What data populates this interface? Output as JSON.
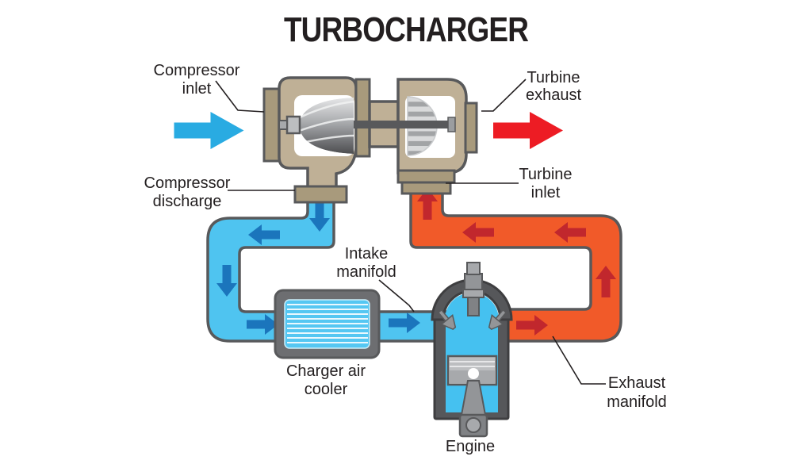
{
  "title": "TURBOCHARGER",
  "labels": {
    "compressor_inlet": {
      "line1": "Compressor",
      "line2": "inlet"
    },
    "turbine_exhaust": {
      "line1": "Turbine",
      "line2": "exhaust"
    },
    "compressor_discharge": {
      "line1": "Compressor",
      "line2": "discharge"
    },
    "turbine_inlet": {
      "line1": "Turbine",
      "line2": "inlet"
    },
    "intake_manifold": {
      "line1": "Intake",
      "line2": "manifold"
    },
    "charger_air_cooler": {
      "line1": "Charger air",
      "line2": "cooler"
    },
    "exhaust_manifold": {
      "line1": "Exhaust",
      "line2": "manifold"
    },
    "engine": {
      "line1": "Engine"
    }
  },
  "flows": [
    {
      "name": "intake-air",
      "color_key": "pipe_blue",
      "route": [
        "compressor inlet",
        "compressor",
        "compressor discharge",
        "charger air cooler",
        "intake manifold",
        "engine"
      ],
      "arrow_directions": [
        "down",
        "left",
        "down",
        "right",
        "right"
      ]
    },
    {
      "name": "exhaust-gas",
      "color_key": "pipe_orange",
      "route": [
        "engine",
        "exhaust manifold",
        "turbine inlet",
        "turbine",
        "turbine exhaust"
      ],
      "arrow_directions": [
        "right",
        "up",
        "left",
        "left",
        "up"
      ]
    }
  ],
  "colors": {
    "pipe_blue": "#4FC4F0",
    "arrow_blue": "#1B75BC",
    "inlet_arrow": "#29ABE2",
    "pipe_orange": "#F15A29",
    "arrow_dark_red": "#C1272D",
    "exhaust_arrow": "#ED1C24",
    "housing_tan": "#BFB096",
    "flange_tan": "#A89A7C",
    "outline": "#58595B",
    "cooler_body": "#6D6E71",
    "cooler_core": "#55C7F2",
    "engine_gray": "#56575A",
    "engine_blue": "#45C1F0",
    "text_color": "#231F20"
  }
}
